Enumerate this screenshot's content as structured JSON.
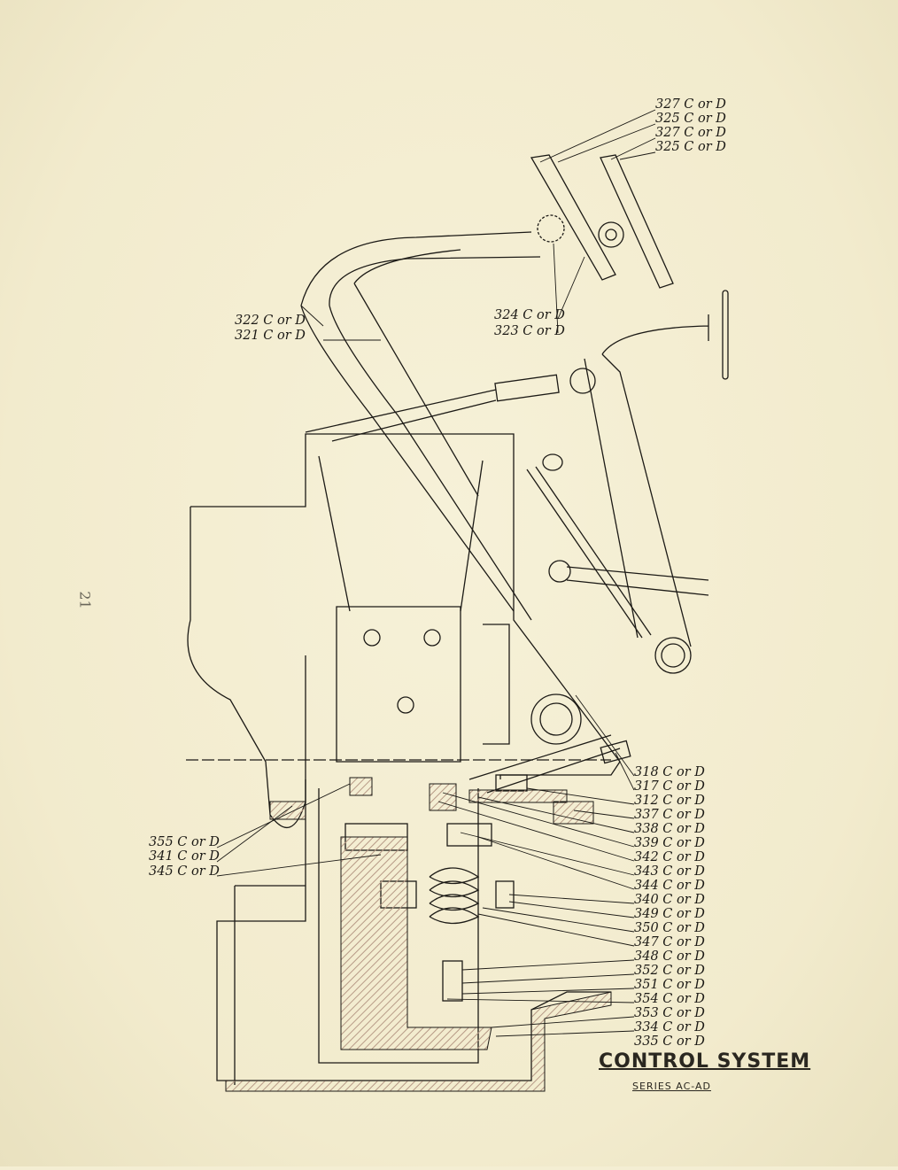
{
  "page": {
    "number": "21"
  },
  "title": {
    "main": "CONTROL SYSTEM",
    "series": "SERIES AC-AD"
  },
  "colors": {
    "paper": "#f4eed3",
    "ink": "#1c1a16",
    "hatch": "#b79a86"
  },
  "callouts": {
    "pedal_top": [
      "327 C or D",
      "325 C or D",
      "327 C or D",
      "325 C or D"
    ],
    "pedal_pivot": [
      "324 C or D",
      "323 C or D"
    ],
    "lever": [
      "322 C or D",
      "321 C or D"
    ],
    "left": [
      "355 C or D",
      "341 C or D",
      "345 C or D"
    ],
    "right": [
      "318 C or D",
      "317 C or D",
      "312 C or D",
      "337 C or D",
      "338 C or D",
      "339 C or D",
      "342 C or D",
      "343 C or D",
      "344 C or D",
      "340 C or D",
      "349 C or D",
      "350 C or D",
      "347 C or D",
      "348 C or D",
      "352 C or D",
      "351 C or D",
      "354 C or D",
      "353 C or D",
      "334 C or D",
      "335 C or D"
    ]
  }
}
